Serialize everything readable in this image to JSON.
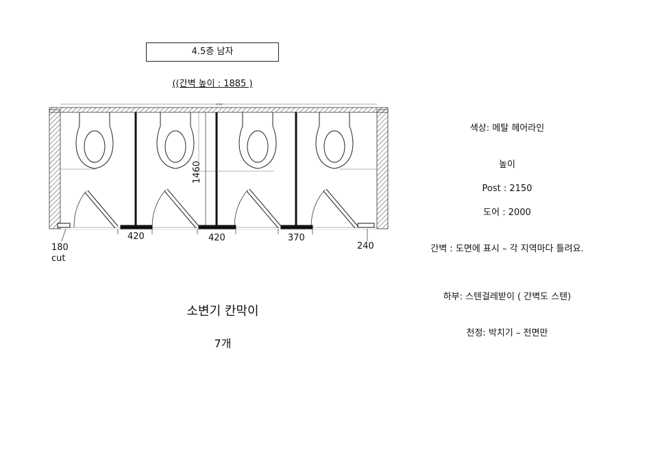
{
  "header": {
    "title": "4.5층 남자",
    "subtitle": "((간벽 높이 : 1885 )"
  },
  "drawing": {
    "height_dim": "1460",
    "dims": {
      "d1": "420",
      "d2": "420",
      "d3": "370",
      "d4": "240",
      "d5": "180",
      "d5_note": "cut"
    }
  },
  "caption": {
    "name": "소변기 칸막이",
    "count": "7개"
  },
  "specs": {
    "color": "색상: 메탈 헤어라인",
    "height_title": "높이",
    "post": "Post : 2150",
    "door": "도어 : 2000",
    "partition": "간벽 : 도면에  표시 – 각 지역마다 틀려요.",
    "bottom": "하부: 스텐걸레받이 ( 간벽도 스텐)",
    "ceiling": "천정: 박치기 – 전면만"
  }
}
